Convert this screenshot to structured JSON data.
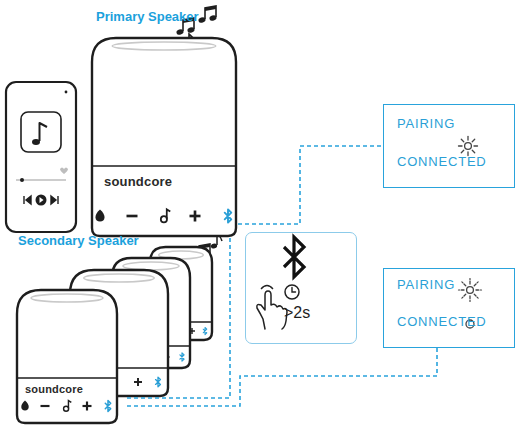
{
  "diagram": {
    "nodes": [
      {
        "text": [
          "Primary Speaker",
          "soundcore"
        ]
      },
      {
        "text": [
          "PAIRING",
          "CONNECTED"
        ]
      },
      {
        "text": [
          "Secondary Speaker",
          "soundcore"
        ]
      },
      {
        "text": [
          ">2s"
        ]
      },
      {
        "text": [
          "PAIRING",
          "CONNECTED"
        ]
      }
    ],
    "edges": [
      {
        "from": 0,
        "to": 1,
        "arrow": "none"
      },
      {
        "from": 0,
        "to": 2,
        "arrow": "none"
      },
      {
        "from": 4,
        "to": 2,
        "arrow": "none"
      }
    ]
  }
}
